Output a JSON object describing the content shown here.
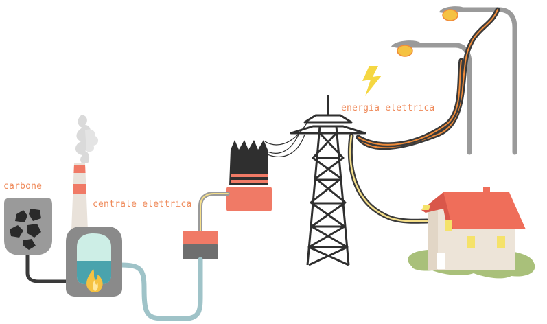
{
  "labels": {
    "carbone": "carbone",
    "centrale": "centrale elettrica",
    "energia": "energia elettrica"
  },
  "colors": {
    "label_text": "#ef8a5a",
    "coal_bin": "#9a9a9a",
    "plant_body": "#8a8a8a",
    "steam_tank": "#cdeee6",
    "water": "#4aa3ad",
    "flame": "#f5c242",
    "chimney_stripe": "#f07a66",
    "transformer_red": "#f07a66",
    "transformer_dark": "#3a3a3a",
    "tower": "#2f2f2f",
    "cable_dark": "#3a3a3a",
    "cable_orange": "#f08c3a",
    "cable_yellow": "#f5df8a",
    "pipe_blue": "#9fc3c8",
    "lamp_pole": "#9a9a9a",
    "lamp_bulb": "#f5c242",
    "house_wall": "#ede4d8",
    "house_roof": "#ef6e5a",
    "window": "#f5e26a",
    "grass": "#a9c07a",
    "bolt": "#f5d742"
  },
  "icons": [
    "coal-bin",
    "power-plant",
    "chimney",
    "smoke",
    "flame-icon",
    "lightning-bolt-icon",
    "converter",
    "transformer",
    "transmission-tower",
    "street-lamp",
    "house"
  ]
}
